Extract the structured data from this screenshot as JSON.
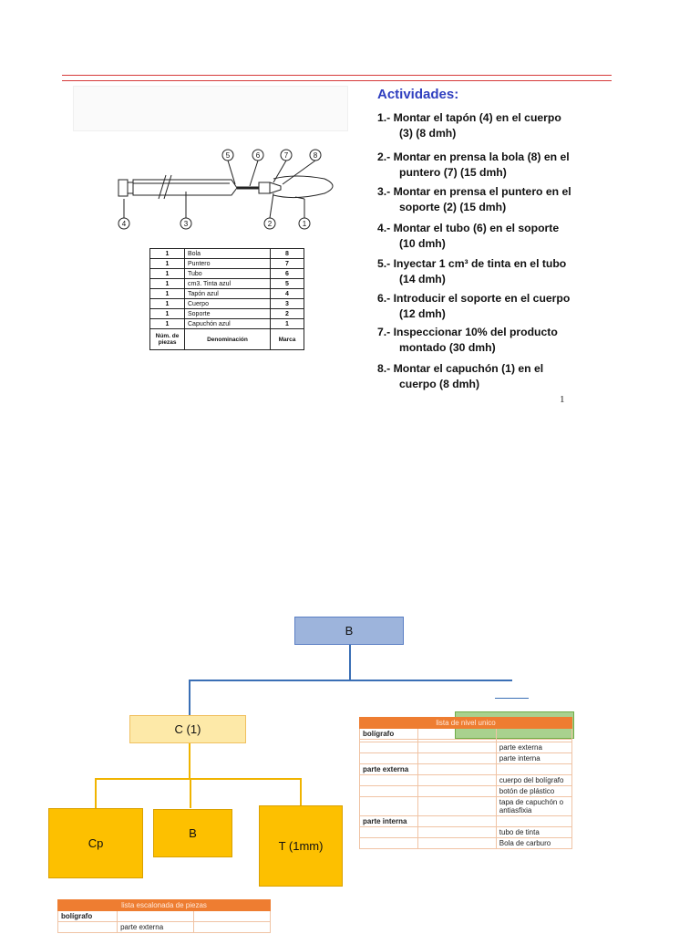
{
  "activities": {
    "title": "Actividades:",
    "items": [
      {
        "num": "1.-",
        "line1": "Montar el tapón (4) en el cuerpo",
        "line2": "(3) (8 dmh)"
      },
      {
        "num": "2.-",
        "line1": "Montar en prensa la bola (8) en el",
        "line2": "puntero (7) (15 dmh)"
      },
      {
        "num": "3.-",
        "line1": "Montar en prensa el puntero en el",
        "line2": "soporte (2) (15 dmh)"
      },
      {
        "num": "4.-",
        "line1": "Montar el tubo (6) en el soporte",
        "line2": "(10 dmh)"
      },
      {
        "num": "5.-",
        "line1": "Inyectar 1 cm³ de tinta en el tubo",
        "line2": "(14 dmh)"
      },
      {
        "num": "6.-",
        "line1": "Introducir el soporte en el cuerpo",
        "line2": "(12 dmh)"
      },
      {
        "num": "7.-",
        "line1": "Inspeccionar 10% del producto",
        "line2": "montado (30 dmh)"
      },
      {
        "num": "8.-",
        "line1": "Montar el capuchón  (1) en el",
        "line2": "cuerpo (8 dmh)"
      }
    ],
    "page_number": "1"
  },
  "diagram": {
    "callouts": [
      "5",
      "6",
      "7",
      "8",
      "4",
      "3",
      "2",
      "1"
    ]
  },
  "parts_table": {
    "rows": [
      {
        "qty": "1",
        "name": "Bola",
        "mark": "8"
      },
      {
        "qty": "1",
        "name": "Puntero",
        "mark": "7"
      },
      {
        "qty": "1",
        "name": "Tubo",
        "mark": "6"
      },
      {
        "qty": "1",
        "name": "cm3. Tinta azul",
        "mark": "5"
      },
      {
        "qty": "1",
        "name": "Tapón azul",
        "mark": "4"
      },
      {
        "qty": "1",
        "name": "Cuerpo",
        "mark": "3"
      },
      {
        "qty": "1",
        "name": "Soporte",
        "mark": "2"
      },
      {
        "qty": "1",
        "name": "Capuchón azul",
        "mark": "1"
      }
    ],
    "footer": {
      "qty": "Núm. de piezas",
      "name": "Denominación",
      "mark": "Marca"
    }
  },
  "org_chart": {
    "root": "B",
    "child": "C (1)",
    "leaves": [
      "Cp",
      "B",
      "T (1mm)"
    ],
    "colors": {
      "root": "#9db4dc",
      "root_border": "#5b7fc4",
      "branch": "#fde9a8",
      "leaf": "#fdc000",
      "line_blue": "#3a6fb5",
      "line_gold": "#f0b400",
      "accent_orange": "#ee7d31",
      "green": "#a9d18e"
    }
  },
  "single_level_list": {
    "title": "lista de nivel unico",
    "rows": [
      [
        "bolígrafo",
        "",
        ""
      ],
      [
        "",
        "",
        ""
      ],
      [
        "",
        "",
        "parte externa"
      ],
      [
        "",
        "",
        "parte interna"
      ],
      [
        "parte externa",
        "",
        ""
      ],
      [
        "",
        "",
        "cuerpo del bolígrafo"
      ],
      [
        "",
        "",
        "botón de plástico"
      ],
      [
        "",
        "",
        "tapa de capuchón o antiasfixia"
      ],
      [
        "parte interna",
        "",
        ""
      ],
      [
        "",
        "",
        "tubo de tinta"
      ],
      [
        "",
        "",
        "Bola de carburo"
      ]
    ]
  },
  "tiered_list": {
    "title": "lista escalonada de piezas",
    "rows": [
      [
        "bolígrafo",
        "",
        ""
      ],
      [
        "",
        "parte externa",
        ""
      ]
    ]
  }
}
